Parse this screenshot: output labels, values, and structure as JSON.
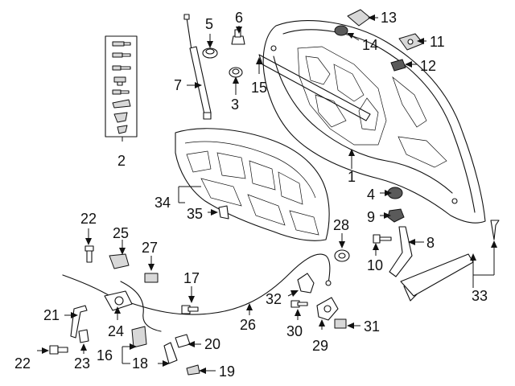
{
  "callouts": {
    "c1": "1",
    "c2": "2",
    "c3": "3",
    "c4": "4",
    "c5": "5",
    "c6": "6",
    "c7": "7",
    "c8": "8",
    "c9": "9",
    "c10": "10",
    "c11": "11",
    "c12": "12",
    "c13": "13",
    "c14": "14",
    "c15": "15",
    "c16": "16",
    "c17": "17",
    "c18": "18",
    "c19": "19",
    "c20": "20",
    "c21": "21",
    "c22a": "22",
    "c22b": "22",
    "c23": "23",
    "c24": "24",
    "c25": "25",
    "c26": "26",
    "c27": "27",
    "c28": "28",
    "c29": "29",
    "c30": "30",
    "c31": "31",
    "c32": "32",
    "c33": "33",
    "c34": "34",
    "c35": "35"
  }
}
